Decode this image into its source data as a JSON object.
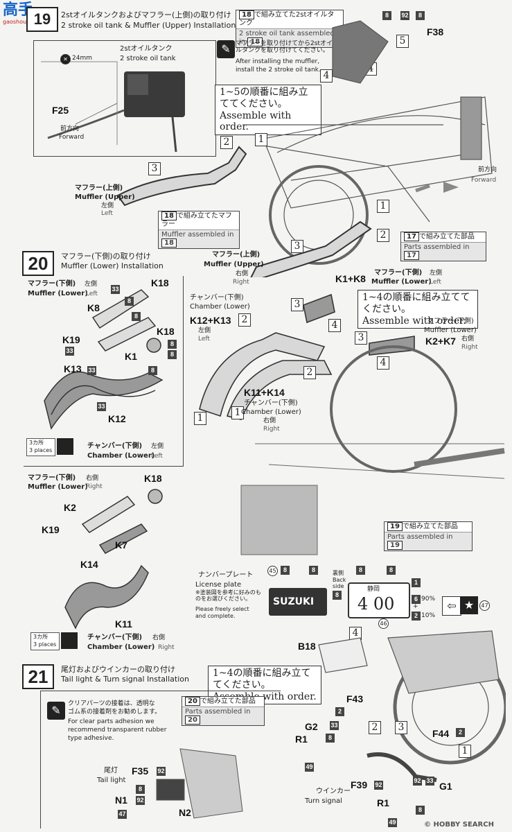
{
  "header": {
    "site": "高手",
    "site_url": "gaoshou.com",
    "step19_text_ja": "2stオイルタンクおよびマフラー(上側)の取り付け",
    "step19_text_en": "2 stroke oil tank & Muffler (Upper) Installation"
  },
  "step18_ref": {
    "num": "18",
    "text": "で組み立てた2stオイルタンク",
    "en": "2 stroke oil tank assembled in",
    "num2": "18"
  },
  "inset": {
    "size": "24mm",
    "tank_ja": "2stオイルタンク",
    "tank_en": "2 stroke oil tank",
    "f25": "F25",
    "fwd_ja": "前方向",
    "fwd_en": "Forward"
  },
  "notes": {
    "note1_ja": "マフラーを取り付けてから2stオイルタンクを取り付けてください。",
    "note1_en1": "After installing the muffler,",
    "note1_en2": "install the 2 stroke oil tank.",
    "order15_ja": "1~5の順番に組み立ててください。",
    "order15_en": "Assemble with order.",
    "order14_ja": "1~4の順番に組み立ててください。",
    "order14_en": "Assemble with order.",
    "order14b_ja": "1~4の順番に組み立ててください。",
    "order14b_en": "Assemble with order."
  },
  "parts_top": {
    "p8a": "8",
    "p92": "92",
    "p8b": "8",
    "f38": "F38",
    "n5": "5",
    "n4a": "4",
    "n4b": "4"
  },
  "muffler_upper_left": {
    "ja": "マフラー(上側)",
    "en": "Muffler (Upper)",
    "side_ja": "左側",
    "side_en": "Left"
  },
  "step18b_ref": {
    "num": "18",
    "text": "で組み立てたマフラー",
    "en": "Muffler assembled in",
    "num2": "18"
  },
  "step17_ref": {
    "num": "17",
    "text": "で組み立てた部品",
    "en": "Parts assembled in",
    "num2": "17"
  },
  "forward2": {
    "ja": "前方向",
    "en": "Forward"
  },
  "step20": {
    "num": "20",
    "ja": "マフラー(下側)の取り付け",
    "en": "Muffler (Lower) Installation"
  },
  "left_top": {
    "ja": "マフラー(下側)",
    "side_ja": "左側",
    "en": "Muffler (Lower)",
    "side_en": "Left",
    "k18": "K18",
    "k8": "K8",
    "k19": "K19",
    "k18b": "K18",
    "k1": "K1",
    "k13": "K13",
    "k12": "K12",
    "p33": "33",
    "p8": "8",
    "places_ja": "3カ所",
    "places_en": "3 places",
    "chamber_ja": "チャンバー(下側)",
    "chamber_side": "左側",
    "chamber_en": "Chamber (Lower)",
    "chamber_side_en": "Left"
  },
  "left_bot": {
    "ja": "マフラー(下側)",
    "side_ja": "右側",
    "en": "Muffler (Lower)",
    "side_en": "Right",
    "k18": "K18",
    "k2": "K2",
    "k19": "K19",
    "k7": "K7",
    "k14": "K14",
    "k11": "K11",
    "chamber_ja": "チャンバー(下側)",
    "chamber_side": "右側",
    "chamber_en": "Chamber (Lower)",
    "chamber_side_en": "Right",
    "places_ja": "3カ所",
    "places_en": "3 places"
  },
  "mid": {
    "muffler_upper_ja": "マフラー(上側)",
    "muffler_upper_en": "Muffler (Upper)",
    "right_ja": "右側",
    "right_en": "Right",
    "k1k8": "K1+K8",
    "muffler_lower_ja": "マフラー(下側)",
    "muffler_lower_side": "左側",
    "muffler_lower_en": "Muffler (Lower)",
    "muffler_lower_side_en": "Left",
    "chamber_ja": "チャンバー(下側)",
    "chamber_en": "Chamber (Lower)",
    "k12k13": "K12+K13",
    "left_ja": "左側",
    "left_en": "Left",
    "muffler_lower2_ja": "マフラー(下側)",
    "muffler_lower2_en": "Muffler (Lower)",
    "right2_ja": "右側",
    "k2k7": "K2+K7",
    "right2_en": "Right",
    "k11k14": "K11+K14",
    "chamber2_ja": "チャンバー(下側)",
    "chamber2_en": "Chamber (Lower)",
    "right3_ja": "右側",
    "right3_en": "Right"
  },
  "step19_ref": {
    "num": "19",
    "text": "で組み立てた部品",
    "en": "Parts assembled in",
    "num2": "19"
  },
  "plate": {
    "ja": "ナンバープレート",
    "en": "License plate",
    "note_ja": "※塗装図を参考に好みのものをお選びください。",
    "note_en1": "Please freely select",
    "note_en2": "and complete.",
    "c45": "45",
    "p8": "8",
    "back_ja": "裏側",
    "back_en": "Back side",
    "p1": "1",
    "c46": "46",
    "brand": "SUZUKI",
    "city": "静岡",
    "number": "4 00",
    "p6": "6",
    "pct90": "90%",
    "p2": "2",
    "pct10": "10%",
    "c47": "47"
  },
  "step21": {
    "num": "21",
    "ja": "尾灯およびウインカーの取り付け",
    "en": "Tail light & Turn signal Installation",
    "b18": "B18"
  },
  "adhesive": {
    "ja1": "クリアパーツの接着は、透明な",
    "ja2": "ゴム系の接着剤をお勧めします。",
    "en1": "For clear parts adhesion we",
    "en2": "recommend transparent rubber",
    "en3": "type adhesive."
  },
  "step20_ref": {
    "num": "20",
    "text": "で組み立てた部品",
    "en": "Parts assembled in",
    "num2": "20"
  },
  "bottom": {
    "tail_ja": "尾灯",
    "tail_en": "Tail light",
    "f35": "F35",
    "p92": "92",
    "n1": "N1",
    "n2": "N2",
    "p47": "47",
    "f43": "F43",
    "g2": "G2",
    "r1": "R1",
    "p49": "49",
    "f44": "F44",
    "f39": "F39",
    "g1": "G1",
    "r1b": "R1",
    "winker_ja": "ウインカー",
    "winker_en": "Turn signal"
  },
  "watermark": "© HOBBY SEARCH"
}
